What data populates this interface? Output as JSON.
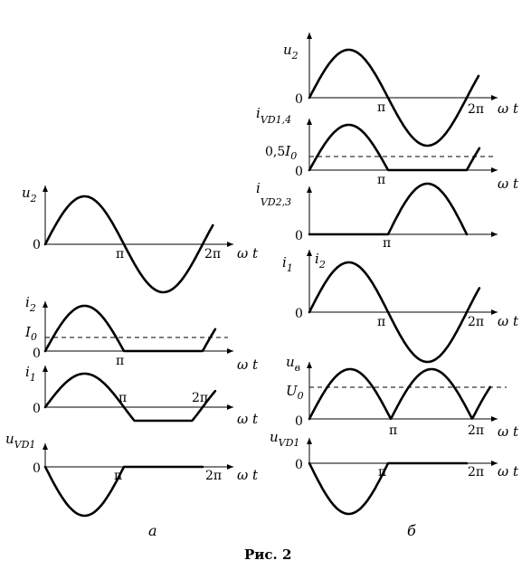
{
  "figure": {
    "caption": "Рис. 2",
    "panel_a_label": "а",
    "panel_b_label": "б"
  },
  "labels": {
    "u": "u",
    "i": "i",
    "u_v": "u",
    "sub_v": "в",
    "sub_2": "2",
    "sub_1": "1",
    "sub_vd1": "VD1",
    "sub_vd14": "VD1,4",
    "sub_vd23": "VD2,3",
    "zero": "0",
    "pi": "π",
    "two_pi": "2π",
    "omega_t": "ω t",
    "I0": "I",
    "I0_sub": "0",
    "half": "0,5",
    "U0": "U",
    "U0_sub": "0"
  }
}
